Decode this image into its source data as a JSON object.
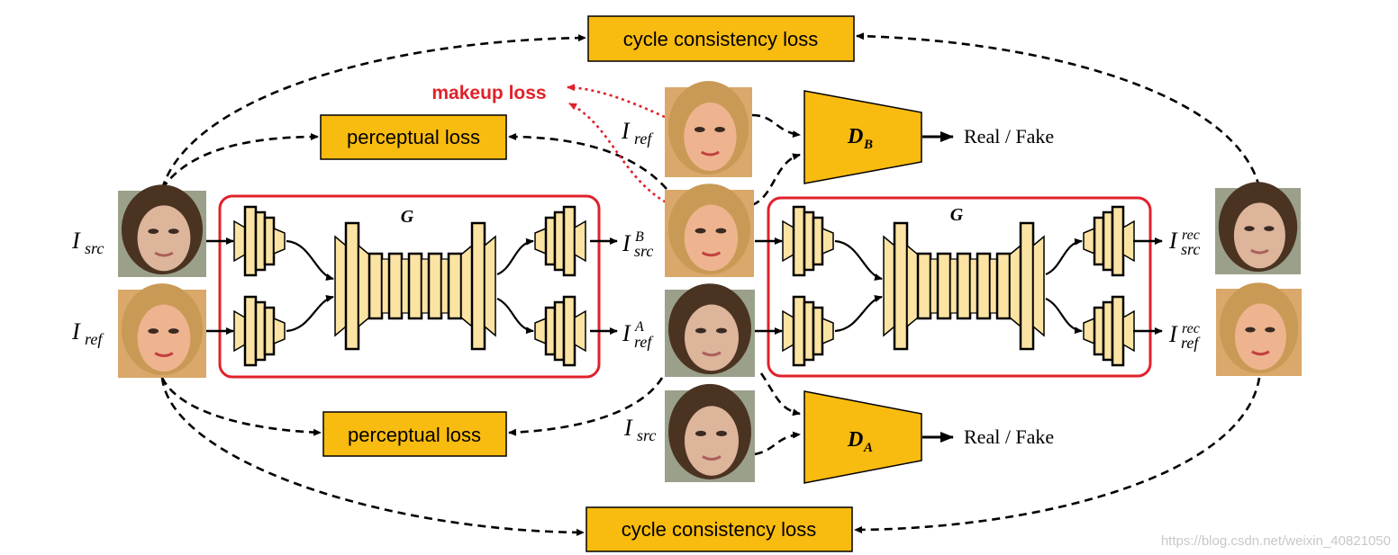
{
  "labels": {
    "cycle_top": "cycle consistency loss",
    "cycle_bottom": "cycle consistency loss",
    "perceptual_top": "perceptual loss",
    "perceptual_bottom": "perceptual loss",
    "makeup": "makeup loss",
    "G_left": "G",
    "G_right": "G",
    "D_B": "D",
    "D_B_sub": "B",
    "D_A": "D",
    "D_A_sub": "A",
    "real_fake_top": "Real / Fake",
    "real_fake_bottom": "Real / Fake"
  },
  "symbols": {
    "I": "I",
    "src": "src",
    "ref": "ref",
    "rec": "rec",
    "sup_B": "B",
    "sup_A": "A"
  },
  "watermark": "https://blog.csdn.net/weixin_40821050",
  "colors": {
    "loss_box": "#F8BB0F",
    "discriminator": "#F8BB0F",
    "generator_border": "#E0212A",
    "makeup_loss": "#E0212A",
    "layer_fill": "#FBE3A3"
  },
  "icons": {
    "face_src": "face-photo",
    "face_ref": "face-photo"
  }
}
